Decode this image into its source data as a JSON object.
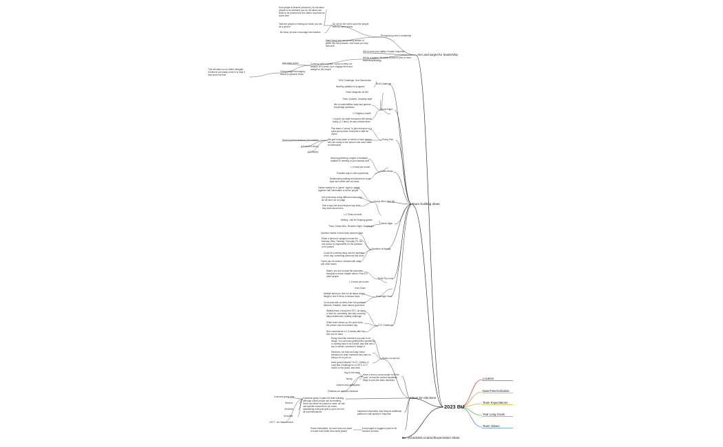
{
  "root": "2023 BU",
  "right_topics": [
    {
      "label": "Location",
      "color": "#e04a3f"
    },
    {
      "label": "Date/Time/Schedule",
      "color": "#e8a040"
    },
    {
      "label": "Team Expectations",
      "color": "#d6b62f"
    },
    {
      "label": "Year Long Goals",
      "color": "#6bbf5a"
    },
    {
      "label": "Team Values",
      "color": "#5a8fe0"
    }
  ],
  "branches": {
    "aim": "Aim and target for leadership",
    "team_building": "Team building ideas",
    "ideas": "Ideas for elections",
    "schedule": "Ex. Schedule/Location/Expectation Ideas"
  },
  "aim_nodes": {
    "recognizing": "Recognizing roles in leadership",
    "rec1": "Do not be the one to push the people with too much stress",
    "rec2": "Make those who are pushing outside of green into the pursuers, who know you help with stuff",
    "rec3": "Take the people or finding out whom you are as a person",
    "rec4": "Be clear, yet also encourage new leaders",
    "rec5": "How people in finance (structure): do not allow people to be stressed; you do not allow your finish to be pushed into the others' accounts for some time",
    "role": "Get to know your ability in leader response",
    "team": "Set up a system: be ready to lead or prior to more leadership/strategy",
    "team2": "Come up with a system, a plan to keep our session on a week; try to engage them and straight to the people",
    "wait": "Ask make a plan",
    "watch": "Overcoming/encouraging shows in dynamic throw",
    "long": "This will allow you to better delegate. Someone can easily come in to help if they know the flow"
  },
  "tb_nodes": {
    "hhh": "HHH Challenge",
    "hhh1": "HHH Challenge: Use Discoveries",
    "hhh2": "Monthly updates for progress",
    "movie": "Movie Night",
    "movie1": "Zoom hangouts via link",
    "movie2": "Trivia, Quizzes, Jeopardy style",
    "movie3": "Mix of online/offline study and general knowledge questions",
    "movie4": "1-2 Nights a month",
    "movie5": "1 month: we settle everyone's life stress buddy (1:1 time); we also choose team",
    "penny": "Penny Pick",
    "penny1": "Pick team a \"penny\" to give everyone in a quick group team; everyone to take an online",
    "penny2": "We give every team or month to each person who are ready to one person who each make an affirmation",
    "penny3": "Send food from Amazon (Aw snacks)",
    "penny4": "(10 need to know)",
    "penny5": "(Or Books)",
    "coffee": "Coffee Break",
    "coffee1": "Morning gathering, maybe a breakfast, tradition to meeting or just casually chat",
    "coffee2": "1-2 times per month",
    "coffee3": "Possible drop-in with opportunity",
    "coffee4": "Relationship building and adventure w/ no topic and coffee with our team",
    "guess": "Guess Who Likes Me",
    "guess1": "Gather weekly for a \"game\" night to update together with information of all the people",
    "guess2": "Q/A (Interview) Using different information we all send our w/ judge",
    "guess3": "Pick a topic set and everyone say what they think about them",
    "guess4": "1-2 Times a month",
    "game": "Game Night",
    "game1": "Weekly: Just Hit Shaping games",
    "game2": "Trivia, Guess Who, Reaction Night, Scavenger",
    "qotd": "Question of the day",
    "qotd1": "Question asked in team daily random basis",
    "qotd2": "Either a person in assigned under the Monday, Wed, Tuesday, Thursday, Fri; the one person is responsible for the question to be posted",
    "qotd3": "Could be a weekly thing: ask the question of the day, something someone has done",
    "qotd4": "Topics can be serious; relevant with work, and other topics",
    "read": "Read Thy Love",
    "read1": "Watch, mix and choose the scenarios, thoughts to share; Maybe others: Post & 3 other people",
    "read2": "1-2 times per month",
    "scav": "Scavenger Hunt",
    "scav1": "Over Zoom",
    "scav2": "Multiple times per hour for all teams where things to find in items or answer keys",
    "scav3": "Or we plan with an items from the question: Mentors; Rotation, team names goal there",
    "stc": "STC Challenge",
    "stc1": "Weekly team: Living from STC, do steps or time for something, like step counting, daily leaderboard, healthy challenge",
    "stc2": "Entire team shows up, the prize does; the person has an excellent day",
    "stc3": "New connections in 2-3 weeks after the first one for team"
  },
  "ideas_nodes": {
    "roles": "Roles in a second",
    "roles1": "Doing more like members you plan to do things; You can keep getting them something or coming back to be a team; also that use a doc to decide: someone's badge is",
    "roles2": "Elections: run that can Daily, these elections for team members who plan on being a do or join us",
    "roles3": "Have good Indicator? ELS?, Gallery, & Love fear Challenge on a CSTC in 17 month or few years, and work",
    "small": "Have a form to come people to fill the \"post\" so that the current candidate, Ways to pull new team members",
    "small1": "Day of the week",
    "small2": "Timing",
    "small3": "Leaders and participants",
    "small4": "Positions we need for elections",
    "online": "Facebook group & place for team building, although online people can be meeting; these can either be posted or used; we can use specific channels for our team: maintaining everyone gets to post: tech for all communications",
    "online1": "A second group chat",
    "online2": "Discord",
    "online3": "OneNote",
    "online4": "GroupMe",
    "online5": "LSCT - we have account",
    "comm": "Important information may bring an additional platform to talk quickly in response",
    "encourage": "Encouraged to suggest a plan to be included at times",
    "encourage1": "Share information, by more than one place to make both better and useful (team)"
  }
}
